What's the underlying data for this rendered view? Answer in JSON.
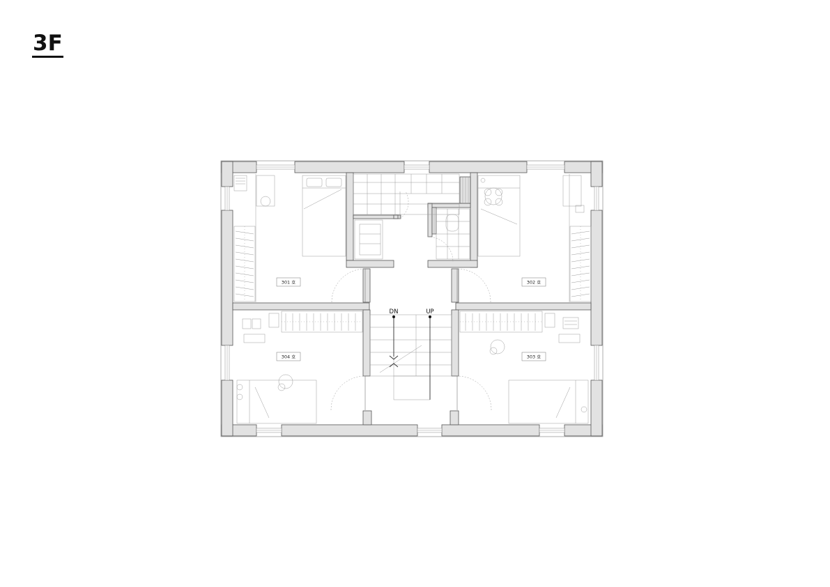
{
  "floor": {
    "label": "3F"
  },
  "rooms": [
    {
      "id": "301",
      "label": "301 호"
    },
    {
      "id": "302",
      "label": "302 호"
    },
    {
      "id": "303",
      "label": "303 호"
    },
    {
      "id": "304",
      "label": "304 호"
    }
  ],
  "stairs": {
    "down_label": "DN",
    "up_label": "UP"
  }
}
